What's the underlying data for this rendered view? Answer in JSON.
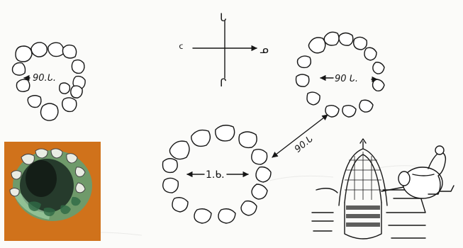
{
  "diagram": {
    "colors": {
      "ink": "#161616",
      "paper": "#fbfbf9",
      "orange": "#d97a1e",
      "green": "#4f8a5a"
    },
    "compass": {
      "top": "ᒐ",
      "right": "ᓄ",
      "bottom": "ᒋ",
      "left": "ᑦ"
    },
    "labels": {
      "small_well": "90.ᒐ.",
      "right_well": "90 ᒐ.",
      "big_well": "1.ᑲ.",
      "diagonal": "90.ᒐ"
    }
  }
}
